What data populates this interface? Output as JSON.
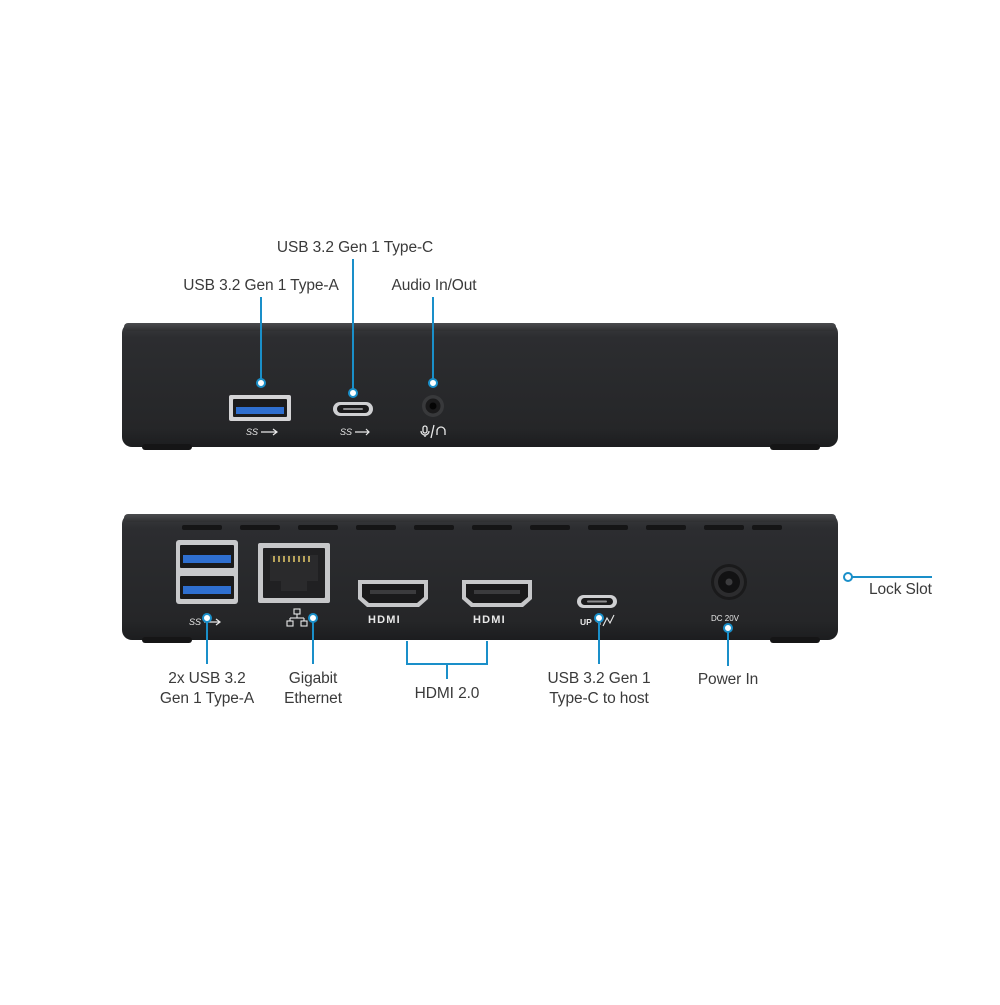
{
  "callouts": {
    "front_usb_a": "USB 3.2 Gen 1 Type-A",
    "front_usb_c": "USB 3.2 Gen 1 Type-C",
    "front_audio": "Audio In/Out",
    "rear_usb_a_line1": "2x USB 3.2",
    "rear_usb_a_line2": "Gen 1 Type-A",
    "rear_ethernet_line1": "Gigabit",
    "rear_ethernet_line2": "Ethernet",
    "rear_hdmi": "HDMI 2.0",
    "rear_usb_c_host_line1": "USB 3.2 Gen 1",
    "rear_usb_c_host_line2": "Type-C to host",
    "rear_power": "Power In",
    "rear_lock": "Lock Slot"
  },
  "device_markings": {
    "ss_logo_front_a": "SS",
    "ss_logo_front_c": "SS",
    "ss_logo_rear": "SS",
    "hdmi_1": "HDMI",
    "hdmi_2": "HDMI",
    "up_port": "UP",
    "dc_rating": "DC 20V"
  },
  "colors": {
    "callout_line": "#1a8fc9",
    "device_body": "#2a2b2d",
    "background": "#ffffff"
  },
  "icons": {
    "audio": "mic-headphone-icon",
    "network": "network-icon",
    "usb_superspeed": "usb-superspeed-icon",
    "thunder_up": "lightning-arrow-icon"
  }
}
